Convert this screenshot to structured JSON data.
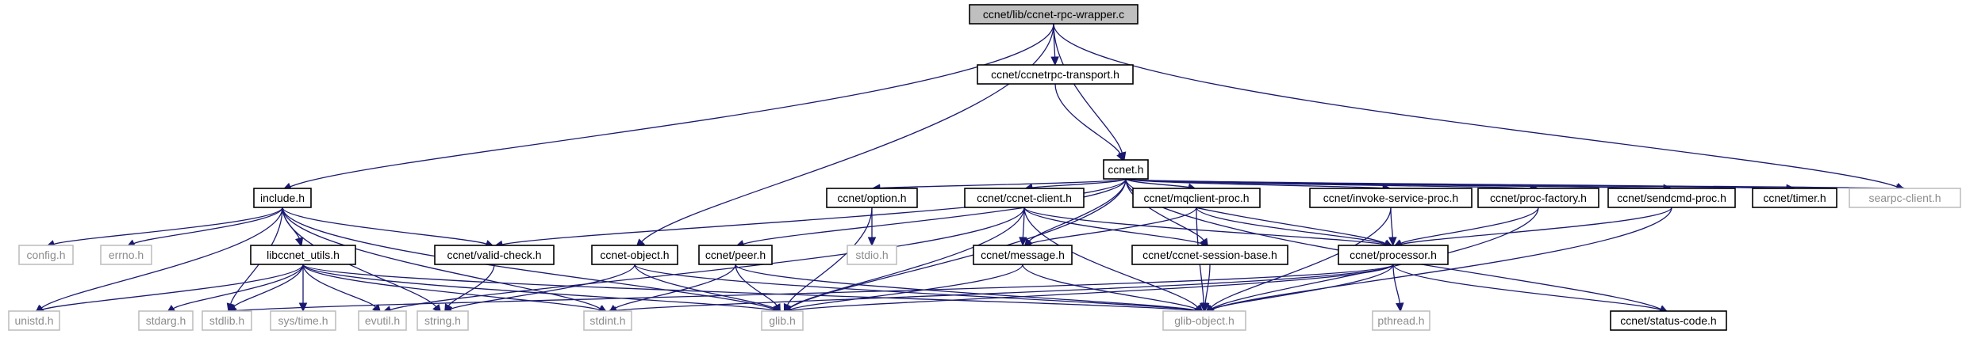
{
  "graph": {
    "colors": {
      "edge": "#191970",
      "root_fill": "#bfbfbf",
      "external_border": "#bfbfbf",
      "external_text": "#8c8c8c"
    },
    "nodes": [
      {
        "id": "root",
        "label": "ccnet/lib/ccnet-rpc-wrapper.c",
        "kind": "root"
      },
      {
        "id": "rpctransport",
        "label": "ccnet/ccnetrpc-transport.h",
        "kind": "normal"
      },
      {
        "id": "ccneth",
        "label": "ccnet.h",
        "kind": "normal"
      },
      {
        "id": "searpc",
        "label": "searpc-client.h",
        "kind": "external"
      },
      {
        "id": "include",
        "label": "include.h",
        "kind": "normal"
      },
      {
        "id": "option",
        "label": "ccnet/option.h",
        "kind": "normal"
      },
      {
        "id": "client",
        "label": "ccnet/ccnet-client.h",
        "kind": "normal"
      },
      {
        "id": "mqclient",
        "label": "ccnet/mqclient-proc.h",
        "kind": "normal"
      },
      {
        "id": "invoke",
        "label": "ccnet/invoke-service-proc.h",
        "kind": "normal"
      },
      {
        "id": "procfactory",
        "label": "ccnet/proc-factory.h",
        "kind": "normal"
      },
      {
        "id": "sendcmd",
        "label": "ccnet/sendcmd-proc.h",
        "kind": "normal"
      },
      {
        "id": "timer",
        "label": "ccnet/timer.h",
        "kind": "normal"
      },
      {
        "id": "config",
        "label": "config.h",
        "kind": "external"
      },
      {
        "id": "errno",
        "label": "errno.h",
        "kind": "external"
      },
      {
        "id": "libutils",
        "label": "libccnet_utils.h",
        "kind": "normal"
      },
      {
        "id": "validcheck",
        "label": "ccnet/valid-check.h",
        "kind": "normal"
      },
      {
        "id": "ccnetobject",
        "label": "ccnet-object.h",
        "kind": "normal"
      },
      {
        "id": "peer",
        "label": "ccnet/peer.h",
        "kind": "normal"
      },
      {
        "id": "stdio",
        "label": "stdio.h",
        "kind": "external"
      },
      {
        "id": "message",
        "label": "ccnet/message.h",
        "kind": "normal"
      },
      {
        "id": "sessionbase",
        "label": "ccnet/ccnet-session-base.h",
        "kind": "normal"
      },
      {
        "id": "processor",
        "label": "ccnet/processor.h",
        "kind": "normal"
      },
      {
        "id": "unistd",
        "label": "unistd.h",
        "kind": "external"
      },
      {
        "id": "stdarg",
        "label": "stdarg.h",
        "kind": "external"
      },
      {
        "id": "stdlib",
        "label": "stdlib.h",
        "kind": "external"
      },
      {
        "id": "systime",
        "label": "sys/time.h",
        "kind": "external"
      },
      {
        "id": "evutil",
        "label": "evutil.h",
        "kind": "external"
      },
      {
        "id": "string",
        "label": "string.h",
        "kind": "external"
      },
      {
        "id": "stdint",
        "label": "stdint.h",
        "kind": "external"
      },
      {
        "id": "glib",
        "label": "glib.h",
        "kind": "external"
      },
      {
        "id": "glibobject",
        "label": "glib-object.h",
        "kind": "external"
      },
      {
        "id": "pthread",
        "label": "pthread.h",
        "kind": "external"
      },
      {
        "id": "statuscode",
        "label": "ccnet/status-code.h",
        "kind": "normal"
      }
    ],
    "edges": [
      {
        "from": "root",
        "to": "rpctransport"
      },
      {
        "from": "root",
        "to": "ccneth"
      },
      {
        "from": "root",
        "to": "searpc"
      },
      {
        "from": "root",
        "to": "include"
      },
      {
        "from": "root",
        "to": "ccnetobject"
      },
      {
        "from": "rpctransport",
        "to": "ccneth"
      },
      {
        "from": "ccneth",
        "to": "searpc"
      },
      {
        "from": "ccneth",
        "to": "option"
      },
      {
        "from": "ccneth",
        "to": "client"
      },
      {
        "from": "ccneth",
        "to": "mqclient"
      },
      {
        "from": "ccneth",
        "to": "invoke"
      },
      {
        "from": "ccneth",
        "to": "procfactory"
      },
      {
        "from": "ccneth",
        "to": "sendcmd"
      },
      {
        "from": "ccneth",
        "to": "timer"
      },
      {
        "from": "ccneth",
        "to": "validcheck"
      },
      {
        "from": "ccneth",
        "to": "peer"
      },
      {
        "from": "ccneth",
        "to": "message"
      },
      {
        "from": "ccneth",
        "to": "sessionbase"
      },
      {
        "from": "ccneth",
        "to": "processor"
      },
      {
        "from": "ccneth",
        "to": "glib"
      },
      {
        "from": "ccneth",
        "to": "statuscode"
      },
      {
        "from": "include",
        "to": "config"
      },
      {
        "from": "include",
        "to": "errno"
      },
      {
        "from": "include",
        "to": "libutils"
      },
      {
        "from": "include",
        "to": "validcheck"
      },
      {
        "from": "include",
        "to": "unistd"
      },
      {
        "from": "include",
        "to": "stdlib"
      },
      {
        "from": "include",
        "to": "string"
      },
      {
        "from": "include",
        "to": "stdint"
      },
      {
        "from": "include",
        "to": "glib"
      },
      {
        "from": "libutils",
        "to": "unistd"
      },
      {
        "from": "libutils",
        "to": "stdarg"
      },
      {
        "from": "libutils",
        "to": "stdlib"
      },
      {
        "from": "libutils",
        "to": "systime"
      },
      {
        "from": "libutils",
        "to": "evutil"
      },
      {
        "from": "libutils",
        "to": "stdint"
      },
      {
        "from": "libutils",
        "to": "glib"
      },
      {
        "from": "libutils",
        "to": "glibobject"
      },
      {
        "from": "validcheck",
        "to": "string"
      },
      {
        "from": "ccnetobject",
        "to": "string"
      },
      {
        "from": "ccnetobject",
        "to": "glib"
      },
      {
        "from": "ccnetobject",
        "to": "glibobject"
      },
      {
        "from": "option",
        "to": "stdio"
      },
      {
        "from": "option",
        "to": "glib"
      },
      {
        "from": "client",
        "to": "evutil"
      },
      {
        "from": "client",
        "to": "message"
      },
      {
        "from": "client",
        "to": "sessionbase"
      },
      {
        "from": "client",
        "to": "processor"
      },
      {
        "from": "client",
        "to": "glib"
      },
      {
        "from": "client",
        "to": "glibobject"
      },
      {
        "from": "peer",
        "to": "stdint"
      },
      {
        "from": "peer",
        "to": "glib"
      },
      {
        "from": "peer",
        "to": "glibobject"
      },
      {
        "from": "mqclient",
        "to": "message"
      },
      {
        "from": "mqclient",
        "to": "processor"
      },
      {
        "from": "mqclient",
        "to": "glibobject"
      },
      {
        "from": "message",
        "to": "glib"
      },
      {
        "from": "message",
        "to": "glibobject"
      },
      {
        "from": "sessionbase",
        "to": "glibobject"
      },
      {
        "from": "invoke",
        "to": "processor"
      },
      {
        "from": "invoke",
        "to": "glibobject"
      },
      {
        "from": "procfactory",
        "to": "processor"
      },
      {
        "from": "procfactory",
        "to": "glibobject"
      },
      {
        "from": "sendcmd",
        "to": "processor"
      },
      {
        "from": "sendcmd",
        "to": "glibobject"
      },
      {
        "from": "processor",
        "to": "stdlib"
      },
      {
        "from": "processor",
        "to": "stdint"
      },
      {
        "from": "processor",
        "to": "glib"
      },
      {
        "from": "processor",
        "to": "glibobject"
      },
      {
        "from": "processor",
        "to": "pthread"
      },
      {
        "from": "processor",
        "to": "statuscode"
      }
    ]
  }
}
